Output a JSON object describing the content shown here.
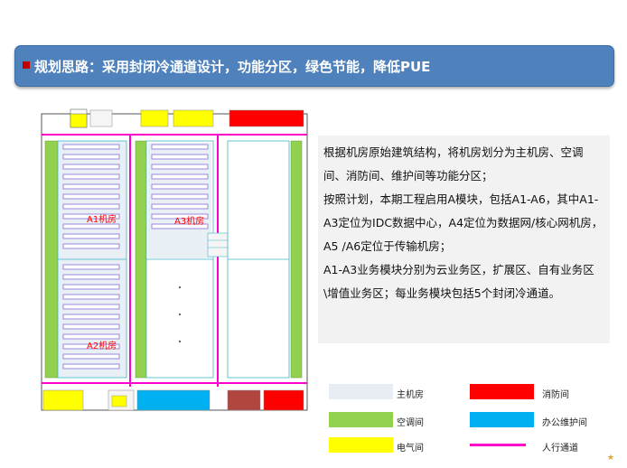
{
  "banner": {
    "title": "规划思路：采用封闭冷通道设计，功能分区，绿色节能，降低PUE"
  },
  "plan": {
    "room_labels": {
      "a1": "A1机房",
      "a2": "A2机房",
      "a3": "A3机房"
    }
  },
  "description": {
    "paragraphs": [
      "根据机房原始建筑结构，将机房划分为主机房、空调间、消防间、维护间等功能分区；",
      "按照计划，本期工程启用A模块，包括A1-A6，其中A1-A3定位为IDC数据中心，A4定位为数据网/核心网机房，A5 /A6定位于传输机房；",
      "A1-A3业务模块分别为云业务区，扩展区、自有业务区\\增值业务区；每业务模块包括5个封闭冷通道。"
    ]
  },
  "legend": [
    {
      "label": "主机房",
      "color": "#e8edf3",
      "shape": "rect"
    },
    {
      "label": "消防间",
      "color": "#ff0000",
      "shape": "rect"
    },
    {
      "label": "空调间",
      "color": "#92d050",
      "shape": "rect"
    },
    {
      "label": "办公维护间",
      "color": "#00b0f0",
      "shape": "rect"
    },
    {
      "label": "电气间",
      "color": "#ffff00",
      "shape": "rect"
    },
    {
      "label": "人行通道",
      "color": "#ff00cc",
      "shape": "line"
    }
  ],
  "colors": {
    "banner": "#4f81bd",
    "room_label": "#ff0000",
    "walkway": "#ff00cc",
    "rack": "#b3a2e8"
  }
}
